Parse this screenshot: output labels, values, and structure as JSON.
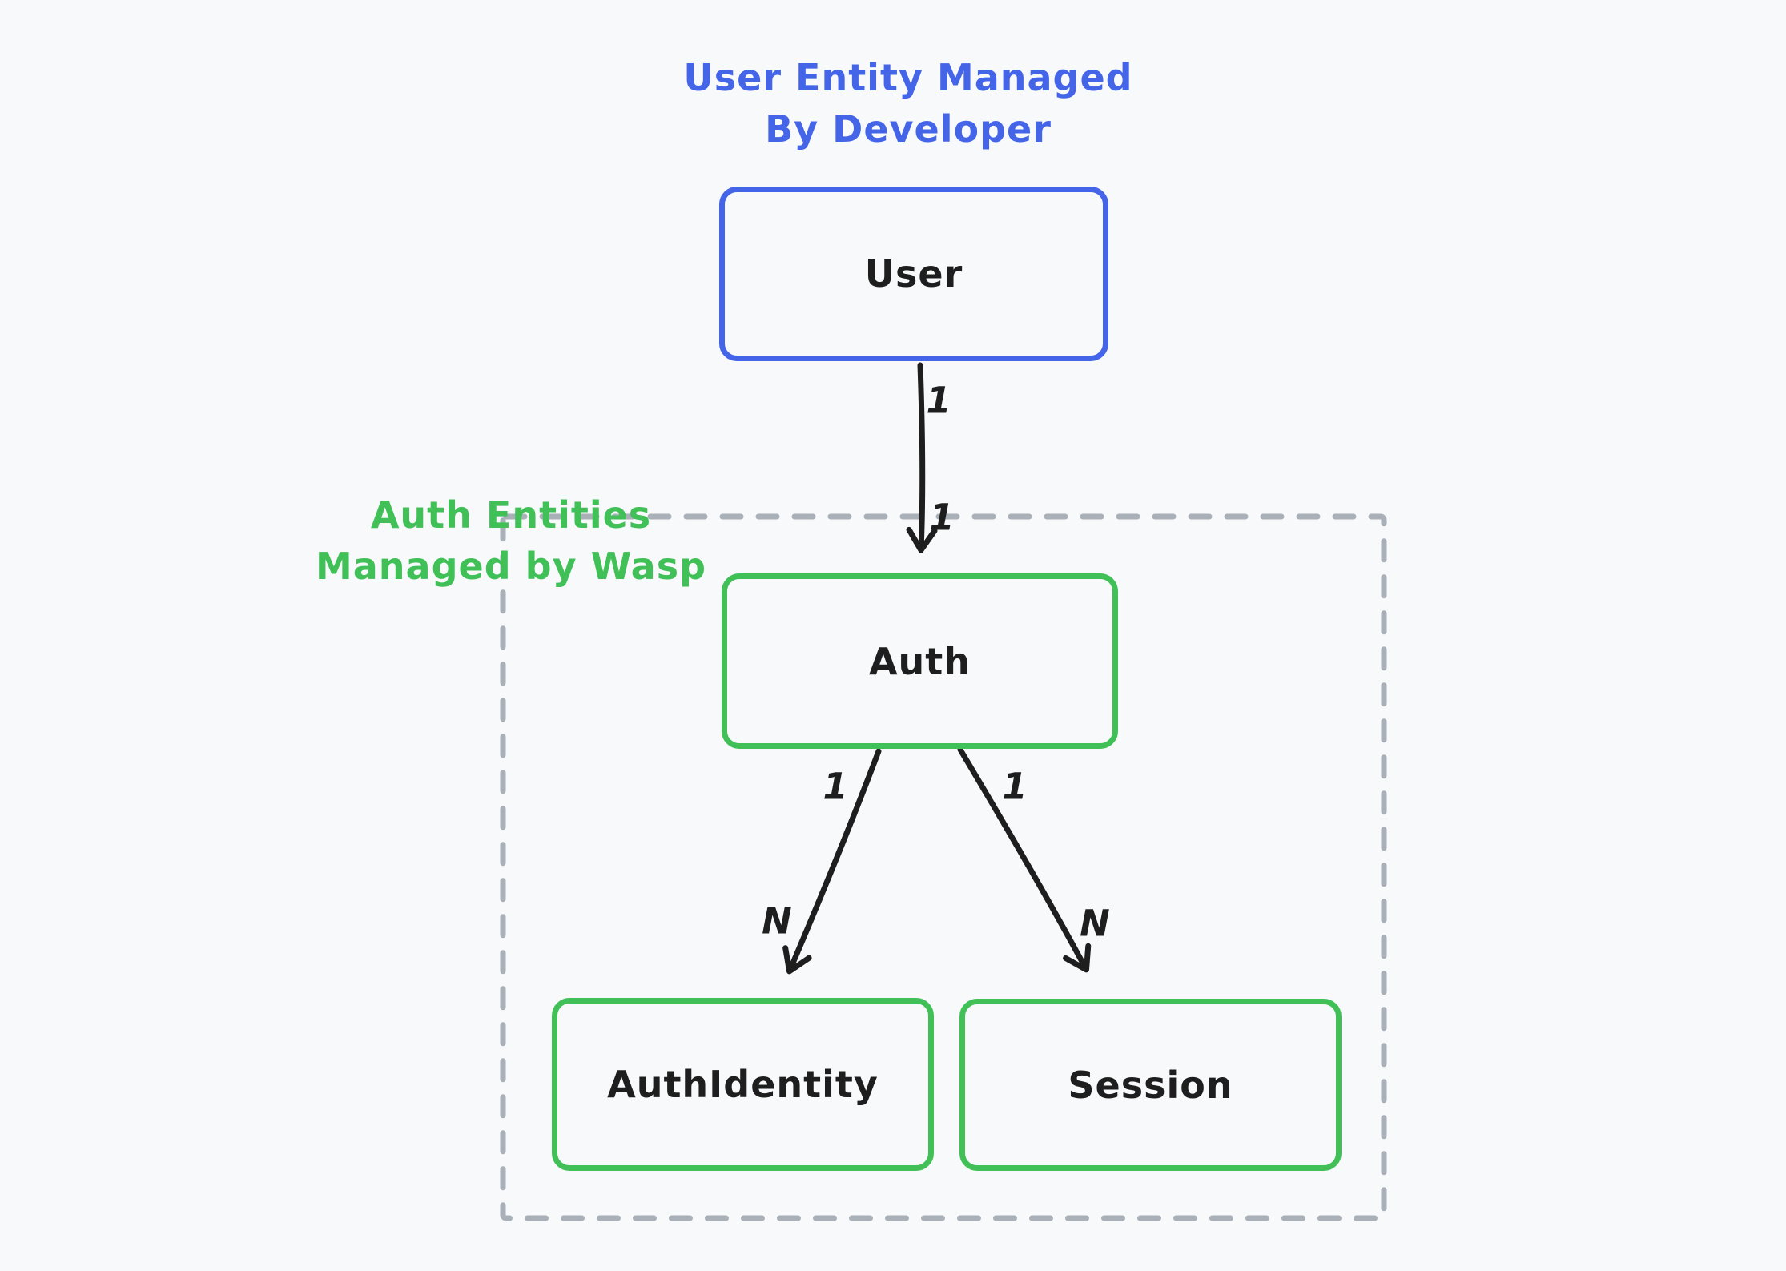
{
  "diagram": {
    "title": {
      "line1": "User Entity Managed",
      "line2": "By Developer"
    },
    "group_label": {
      "line1": "Auth Entities",
      "line2": "Managed by Wasp"
    },
    "nodes": {
      "user": {
        "label": "User"
      },
      "auth": {
        "label": "Auth"
      },
      "auth_identity": {
        "label": "AuthIdentity"
      },
      "session": {
        "label": "Session"
      }
    },
    "edges": [
      {
        "from": "User",
        "to": "Auth",
        "from_cardinality": "1",
        "to_cardinality": "1"
      },
      {
        "from": "Auth",
        "to": "AuthIdentity",
        "from_cardinality": "1",
        "to_cardinality": "N"
      },
      {
        "from": "Auth",
        "to": "Session",
        "from_cardinality": "1",
        "to_cardinality": "N"
      }
    ],
    "colors": {
      "background": "#f8f9fb",
      "blue": "#4565e8",
      "green": "#40c057",
      "gray_dashed": "#a9b0b8",
      "ink": "#1e1e1e"
    }
  }
}
